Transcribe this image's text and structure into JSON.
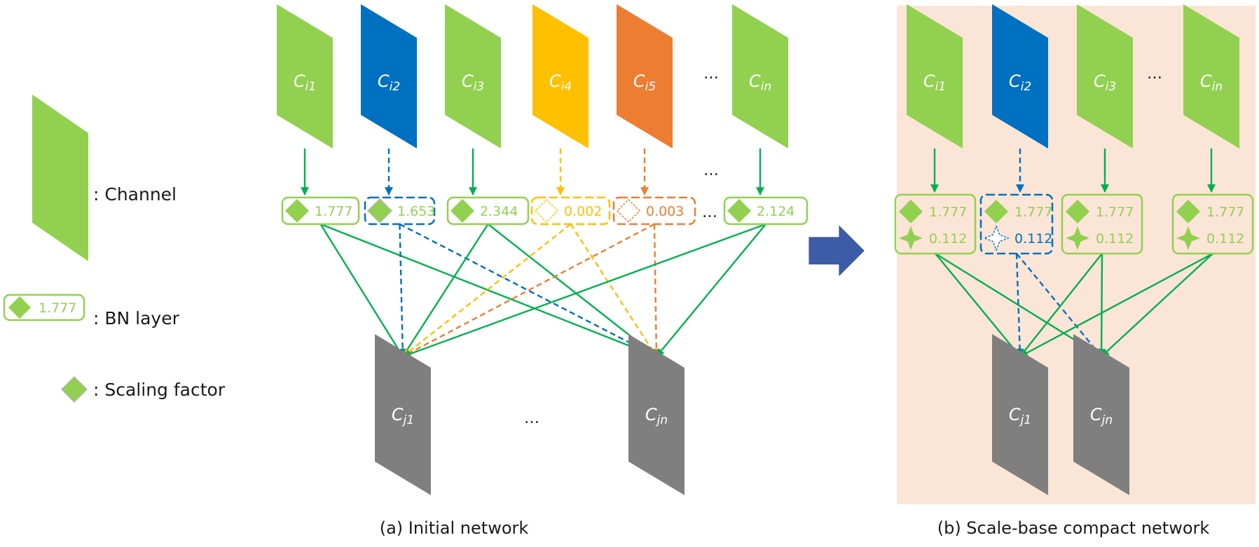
{
  "legend": {
    "channel_label": ": Channel",
    "bn_label": ": BN layer",
    "bn_example_value": "1.777",
    "scaling_label": ": Scaling factor"
  },
  "colors": {
    "green": "#92d050",
    "green_line": "#00b050",
    "blue": "#0070c0",
    "yellow": "#ffc000",
    "orange": "#ed7d31",
    "gray": "#7f7f7f",
    "panel_bg": "#fbe5d6",
    "arrow": "#3c5ca8"
  },
  "initial": {
    "caption": "(a) Initial network",
    "inputs": [
      {
        "main": "C",
        "sub": "i1",
        "color": "green",
        "kept": true
      },
      {
        "main": "C",
        "sub": "i2",
        "color": "blue",
        "kept": false
      },
      {
        "main": "C",
        "sub": "i3",
        "color": "green",
        "kept": true
      },
      {
        "main": "C",
        "sub": "i4",
        "color": "yellow",
        "kept": false
      },
      {
        "main": "C",
        "sub": "i5",
        "color": "orange",
        "kept": false
      },
      {
        "main": "C",
        "sub": "in",
        "color": "green",
        "kept": true
      }
    ],
    "bn_values": [
      "1.777",
      "1.653",
      "2.344",
      "0.002",
      "0.003",
      "2.124"
    ],
    "outputs": [
      {
        "main": "C",
        "sub": "j1"
      },
      {
        "main": "C",
        "sub": "jn"
      }
    ],
    "ellipsis": "…"
  },
  "compact": {
    "caption": "(b) Scale-base compact network",
    "inputs": [
      {
        "main": "C",
        "sub": "i1",
        "color": "green",
        "kept": true
      },
      {
        "main": "C",
        "sub": "i2",
        "color": "blue",
        "kept": false
      },
      {
        "main": "C",
        "sub": "i3",
        "color": "green",
        "kept": true
      },
      {
        "main": "C",
        "sub": "in",
        "color": "green",
        "kept": true
      }
    ],
    "bn_values": [
      [
        "1.777",
        "0.112"
      ],
      [
        "1.777",
        "0.112"
      ],
      [
        "1.777",
        "0.112"
      ],
      [
        "1.777",
        "0.112"
      ]
    ],
    "outputs": [
      {
        "main": "C",
        "sub": "j1"
      },
      {
        "main": "C",
        "sub": "jn"
      }
    ],
    "ellipsis": "…"
  }
}
